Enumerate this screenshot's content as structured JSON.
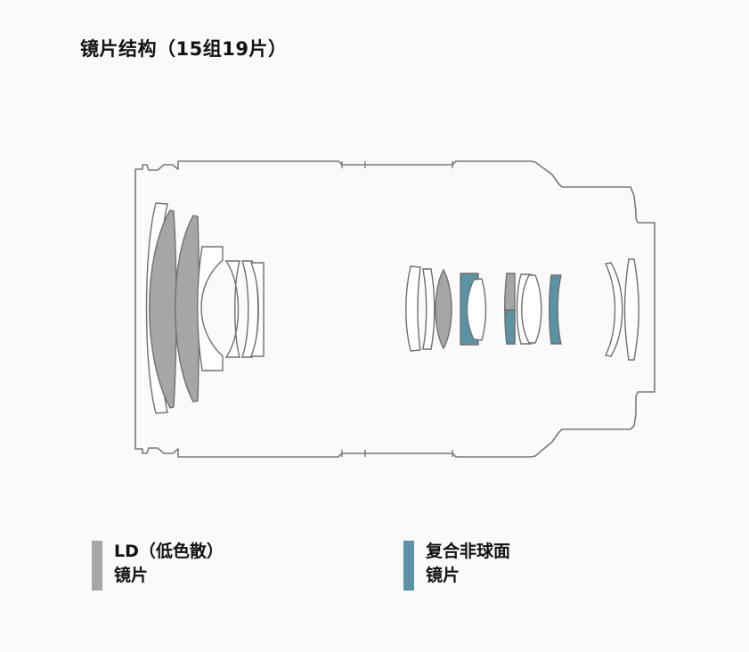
{
  "title": "镜片结构（15组19片）",
  "colors": {
    "background": "#fafafa",
    "outline": "#7a7a7a",
    "lens_outline": "#707070",
    "ld": "#a6a6a6",
    "hybrid_aspherical": "#5b93a6"
  },
  "legend": [
    {
      "id": "ld",
      "line1": "LD（低色散）",
      "line2": "镜片",
      "color": "#a6a6a6"
    },
    {
      "id": "hybrid",
      "line1": "复合非球面",
      "line2": "镜片",
      "color": "#5b93a6"
    }
  ]
}
